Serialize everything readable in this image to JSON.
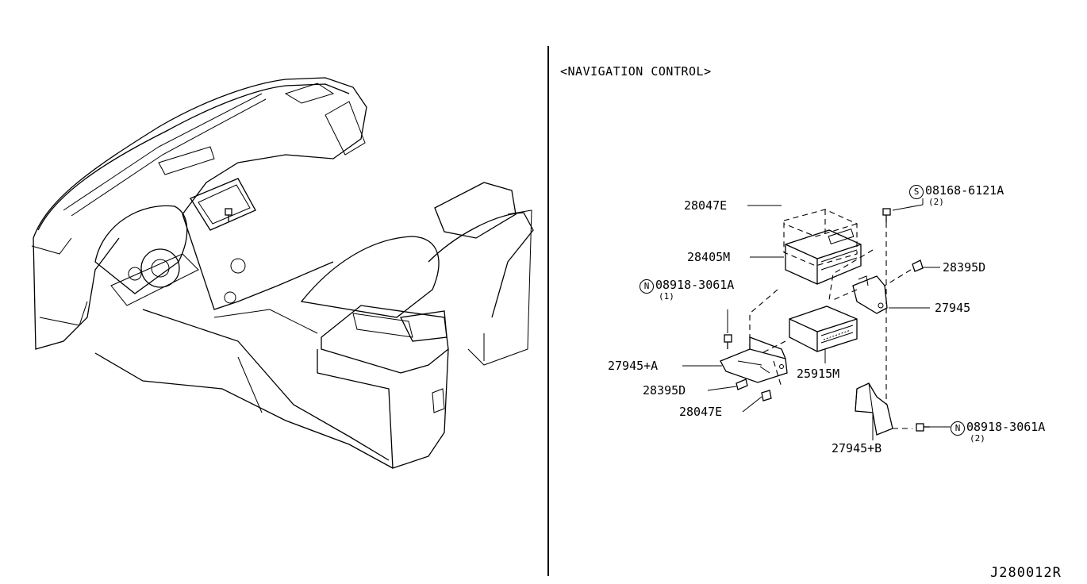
{
  "section_title": "<NAVIGATION CONTROL>",
  "drawing_code": "J280012R",
  "callouts": [
    {
      "id": "c1",
      "text": "28047E"
    },
    {
      "id": "c2",
      "text": "28405M"
    },
    {
      "id": "c3",
      "text": "08918-3061A",
      "symbol": "N",
      "qty": "(1)"
    },
    {
      "id": "c4",
      "text": "27945+A"
    },
    {
      "id": "c5",
      "text": "28395D"
    },
    {
      "id": "c6",
      "text": "28047E"
    },
    {
      "id": "c7",
      "text": "25915M"
    },
    {
      "id": "c8",
      "text": "08168-6121A",
      "symbol": "S",
      "qty": "(2)"
    },
    {
      "id": "c9",
      "text": "28395D"
    },
    {
      "id": "c10",
      "text": "27945"
    },
    {
      "id": "c11",
      "text": "08918-3061A",
      "symbol": "N",
      "qty": "(2)"
    },
    {
      "id": "c12",
      "text": "27945+B"
    }
  ]
}
